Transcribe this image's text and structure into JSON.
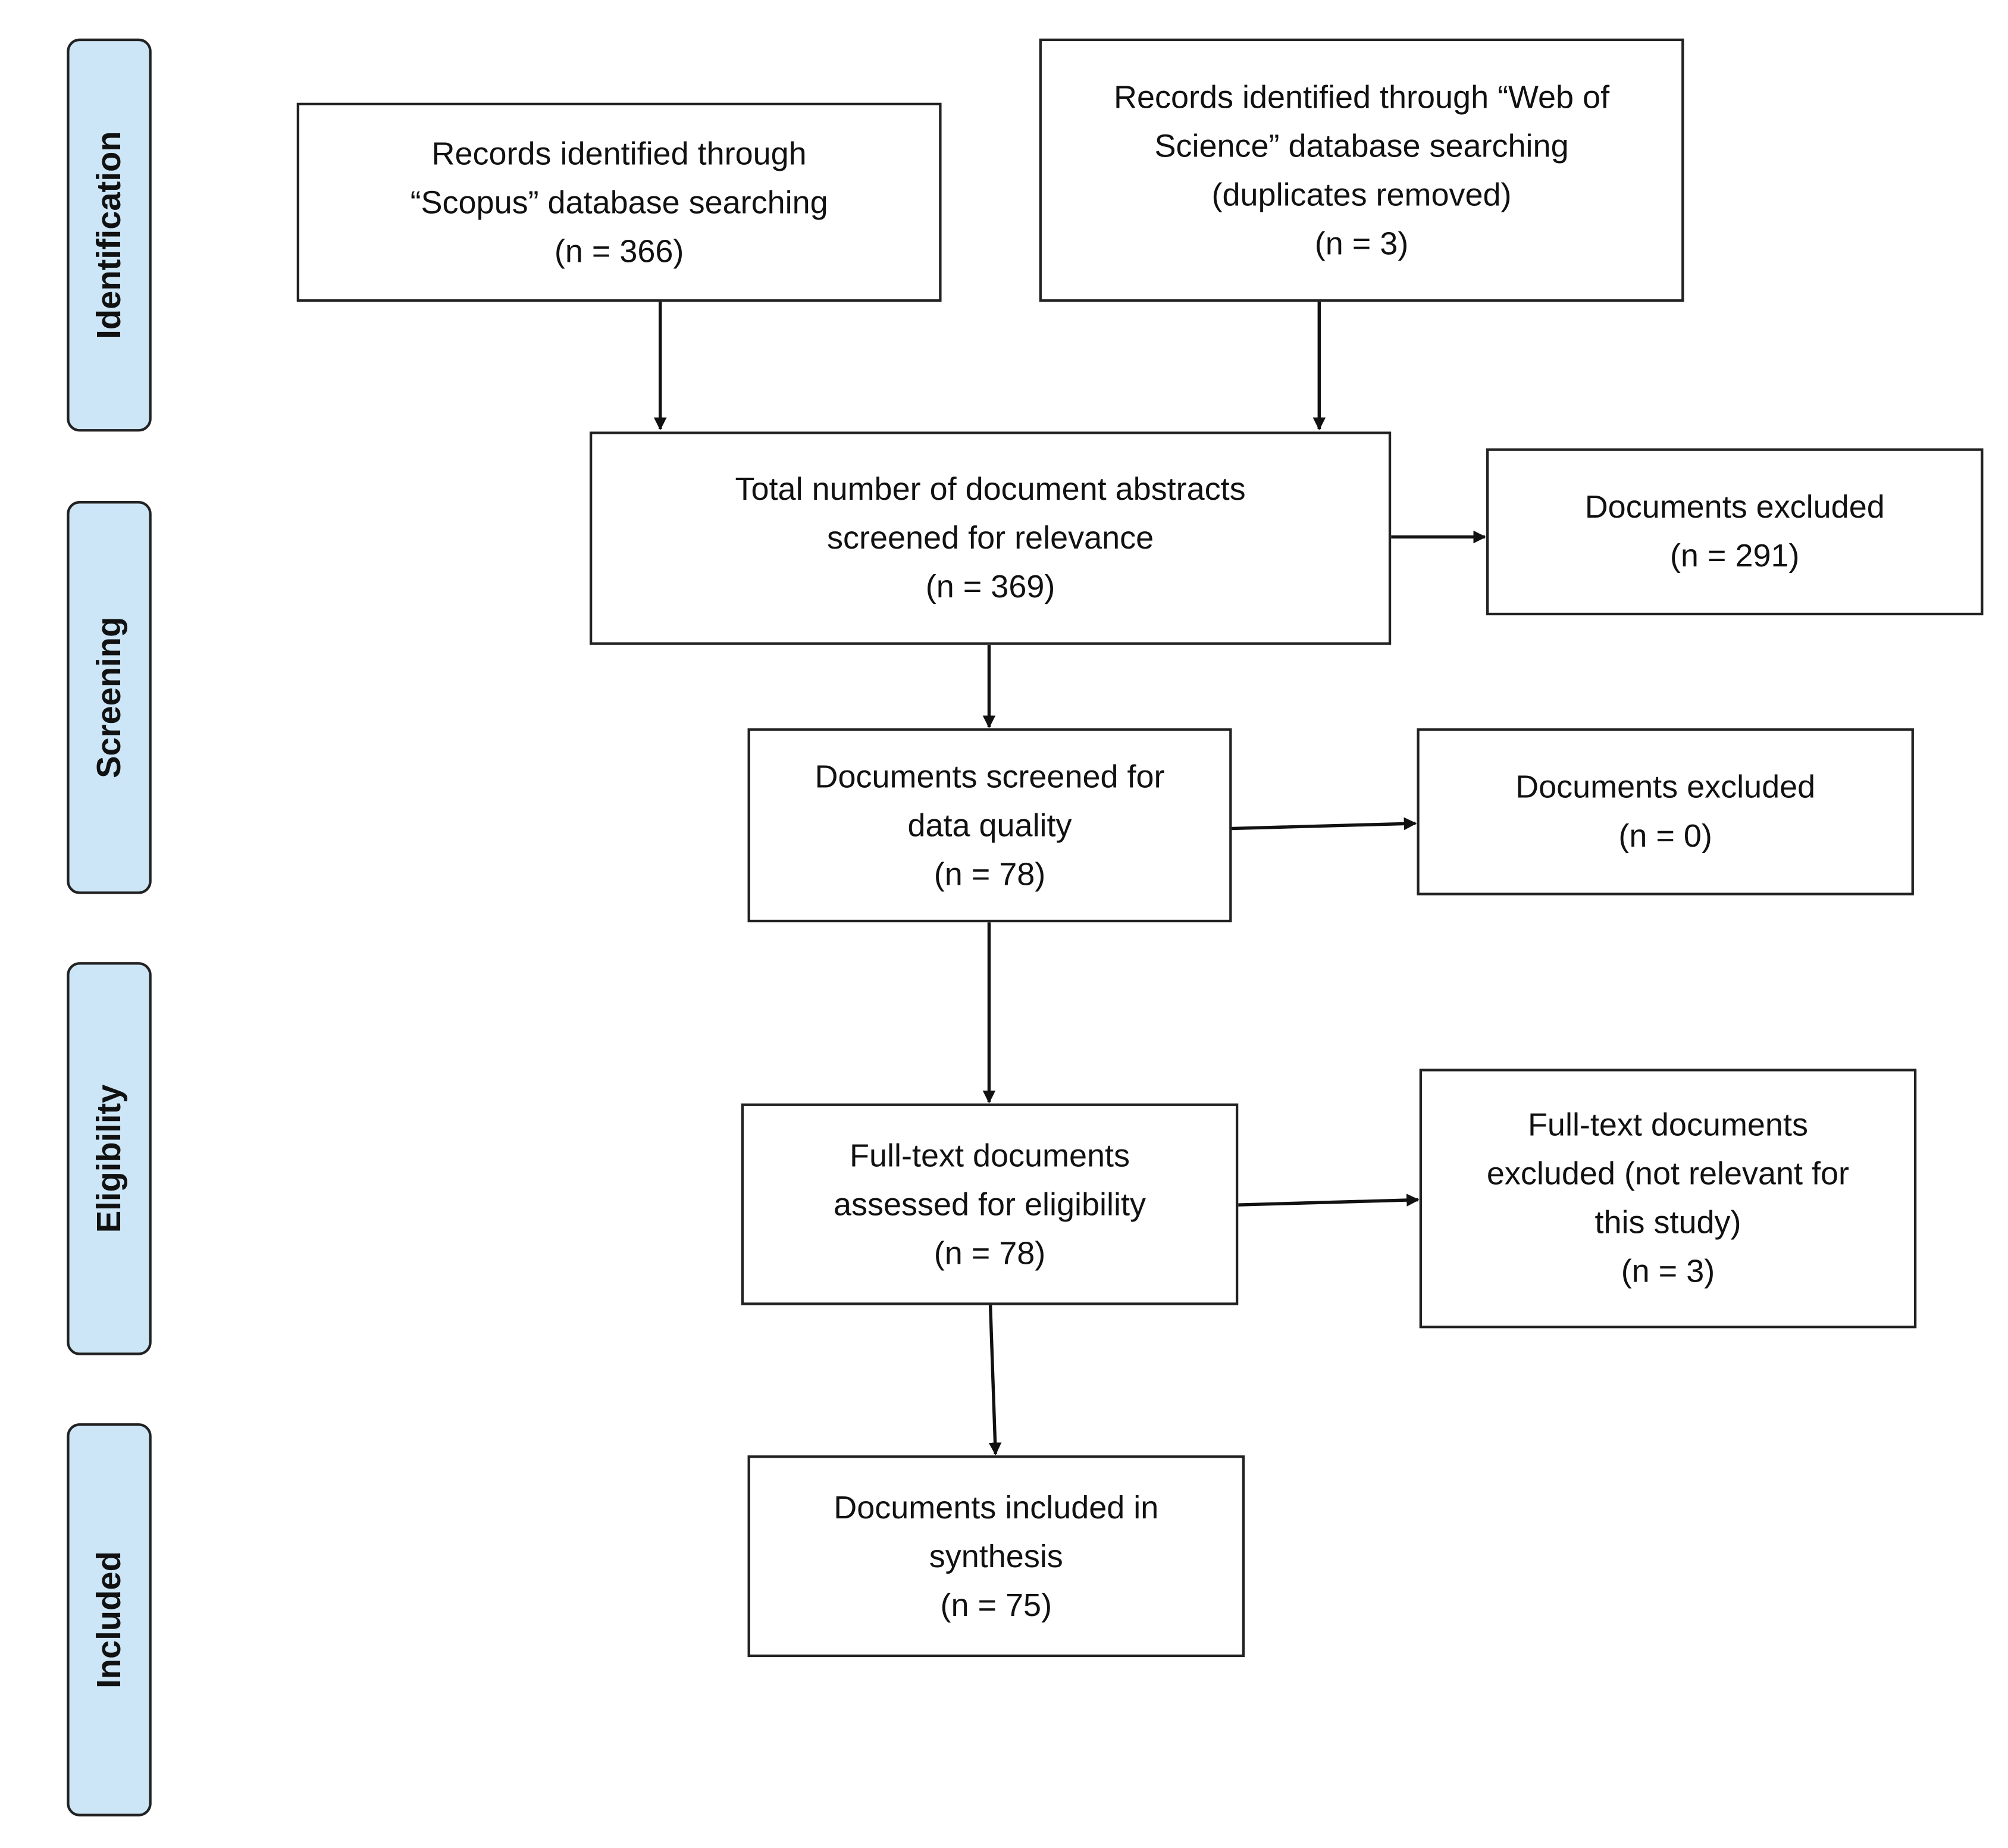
{
  "phases": [
    {
      "label": "Identification"
    },
    {
      "label": "Screening"
    },
    {
      "label": "Eligibility"
    },
    {
      "label": "Included"
    }
  ],
  "boxes": {
    "scopus": {
      "lines": [
        "Records identified through",
        "“Scopus” database searching",
        "(n = 366)"
      ]
    },
    "wos": {
      "lines": [
        "Records identified through “Web of",
        "Science” database searching",
        "(duplicates removed)",
        "(n = 3)"
      ]
    },
    "total_screened": {
      "lines": [
        "Total number of document abstracts",
        "screened for relevance",
        "(n = 369)"
      ]
    },
    "excluded_abstracts": {
      "lines": [
        "Documents excluded",
        "(n = 291)"
      ]
    },
    "quality_screened": {
      "lines": [
        "Documents screened for",
        "data quality",
        "(n = 78)"
      ]
    },
    "excluded_quality": {
      "lines": [
        "Documents excluded",
        "(n = 0)"
      ]
    },
    "fulltext_assessed": {
      "lines": [
        "Full-text documents",
        "assessed for eligibility",
        "(n = 78)"
      ]
    },
    "excluded_fulltext": {
      "lines": [
        "Full-text documents",
        "excluded (not relevant for",
        "this study)",
        "(n = 3)"
      ]
    },
    "included": {
      "lines": [
        "Documents included in",
        "synthesis",
        "(n = 75)"
      ]
    }
  },
  "colors": {
    "phase_fill": "#cce6f7",
    "stroke": "#222222",
    "text": "#111111"
  }
}
